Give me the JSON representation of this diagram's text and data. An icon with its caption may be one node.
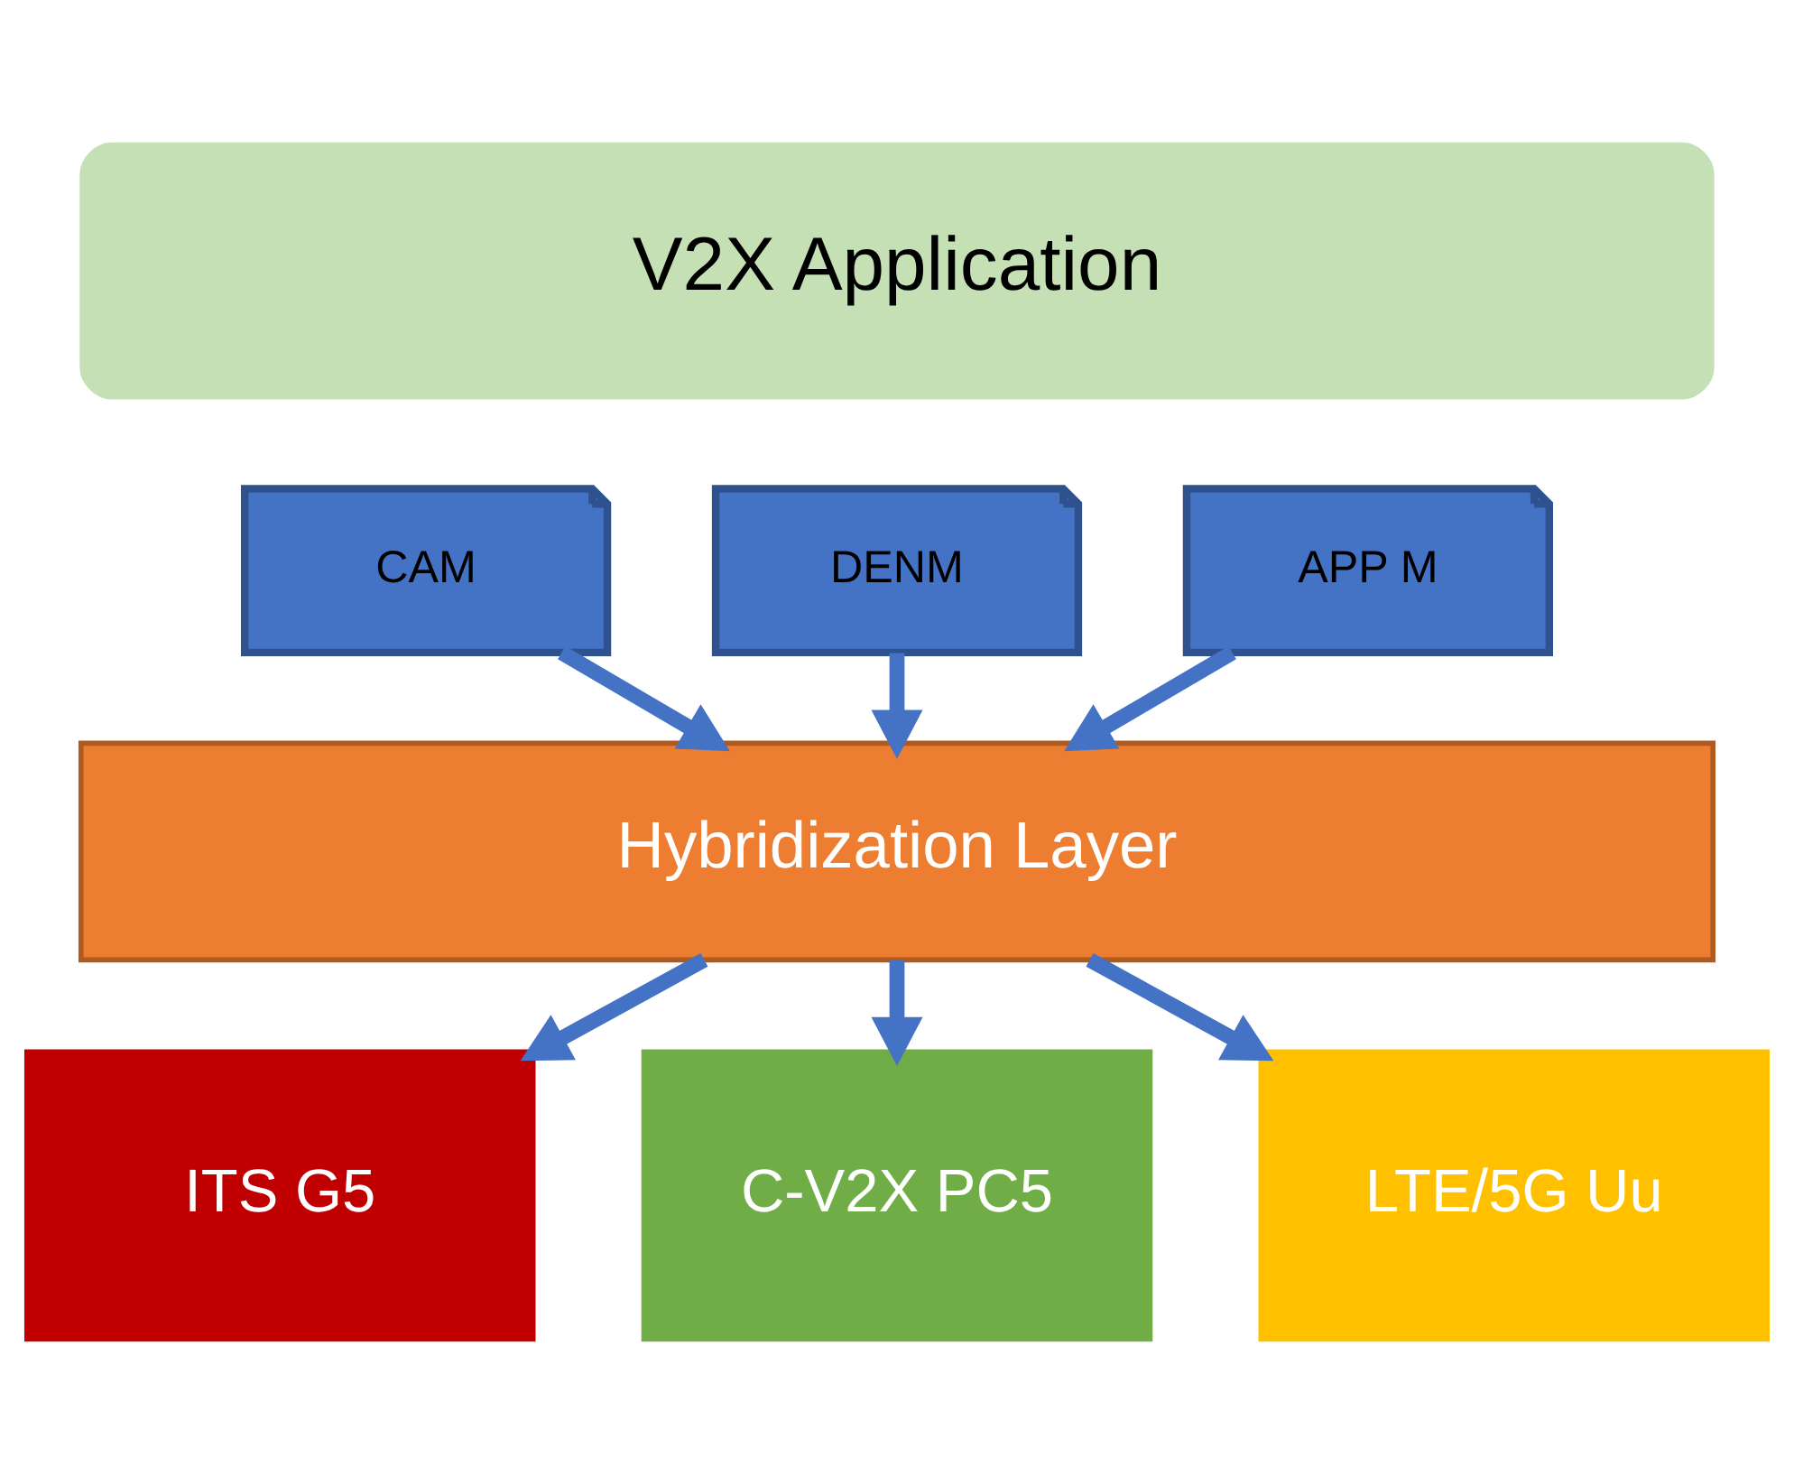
{
  "diagram": {
    "nodes": [
      {
        "text": [
          "V2X Application"
        ]
      },
      {
        "text": [
          "CAM"
        ]
      },
      {
        "text": [
          "DENM"
        ]
      },
      {
        "text": [
          "APP M"
        ]
      },
      {
        "text": [
          "Hybridization Layer"
        ]
      },
      {
        "text": [
          "ITS G5"
        ]
      },
      {
        "text": [
          "C-V2X PC5"
        ]
      },
      {
        "text": [
          "LTE/5G Uu"
        ]
      }
    ],
    "edges": [
      {
        "from": 1,
        "to": 4,
        "arrow": "to"
      },
      {
        "from": 2,
        "to": 4,
        "arrow": "to"
      },
      {
        "from": 3,
        "to": 4,
        "arrow": "to"
      },
      {
        "from": 4,
        "to": 5,
        "arrow": "to"
      },
      {
        "from": 4,
        "to": 6,
        "arrow": "to"
      },
      {
        "from": 4,
        "to": 7,
        "arrow": "to"
      }
    ]
  }
}
